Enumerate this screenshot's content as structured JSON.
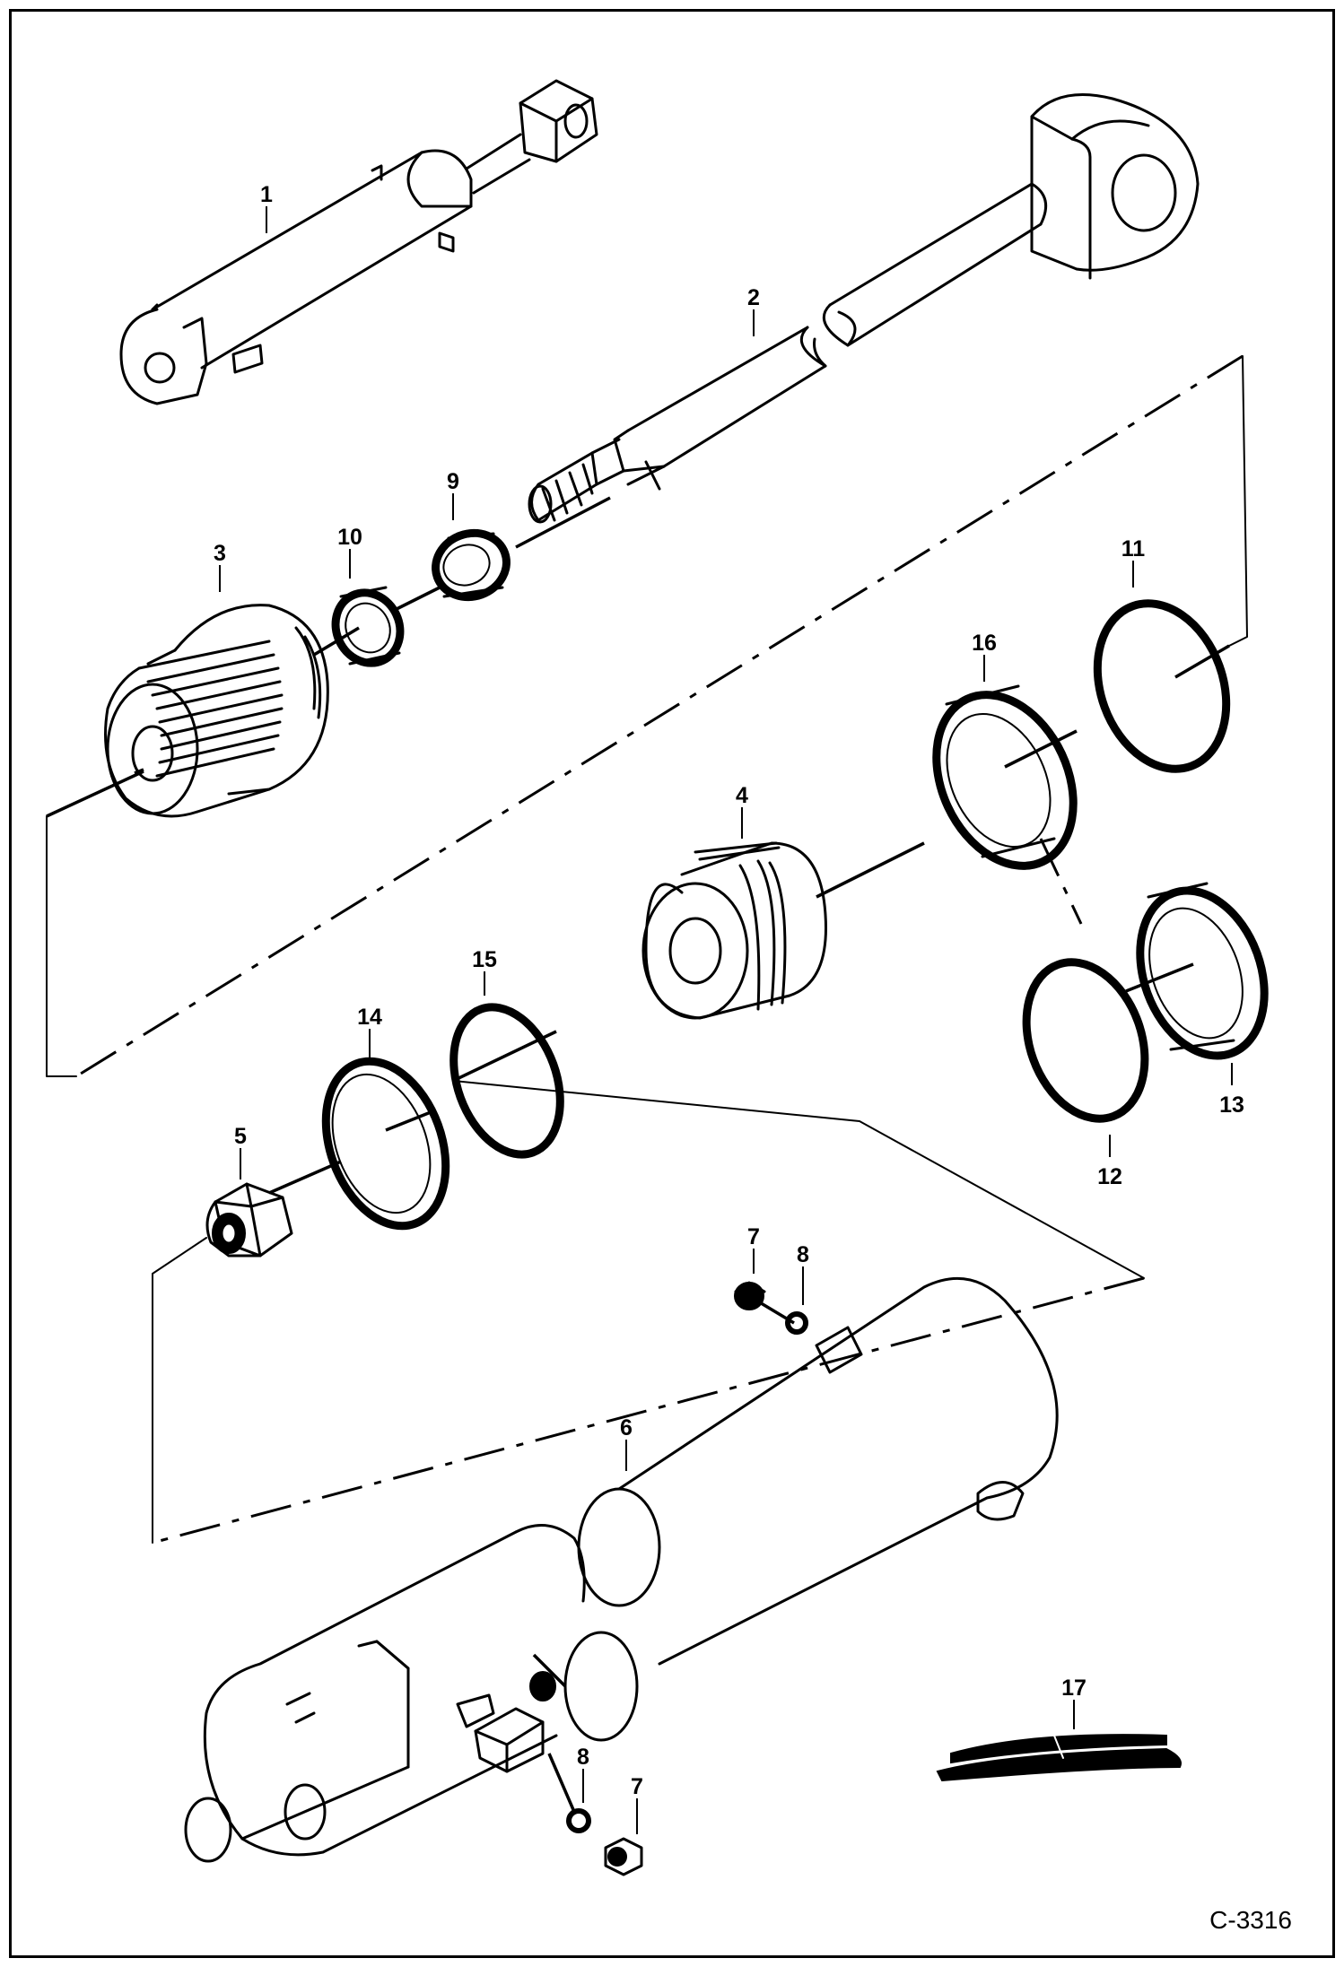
{
  "diagram": {
    "figure_code": "C-3316",
    "callouts": {
      "c1": "1",
      "c2": "2",
      "c3": "3",
      "c4": "4",
      "c5": "5",
      "c6": "6",
      "c7a": "7",
      "c7b": "7",
      "c8a": "8",
      "c8b": "8",
      "c9": "9",
      "c10": "10",
      "c11": "11",
      "c12": "12",
      "c13": "13",
      "c14": "14",
      "c15": "15",
      "c16": "16",
      "c17": "17"
    }
  }
}
